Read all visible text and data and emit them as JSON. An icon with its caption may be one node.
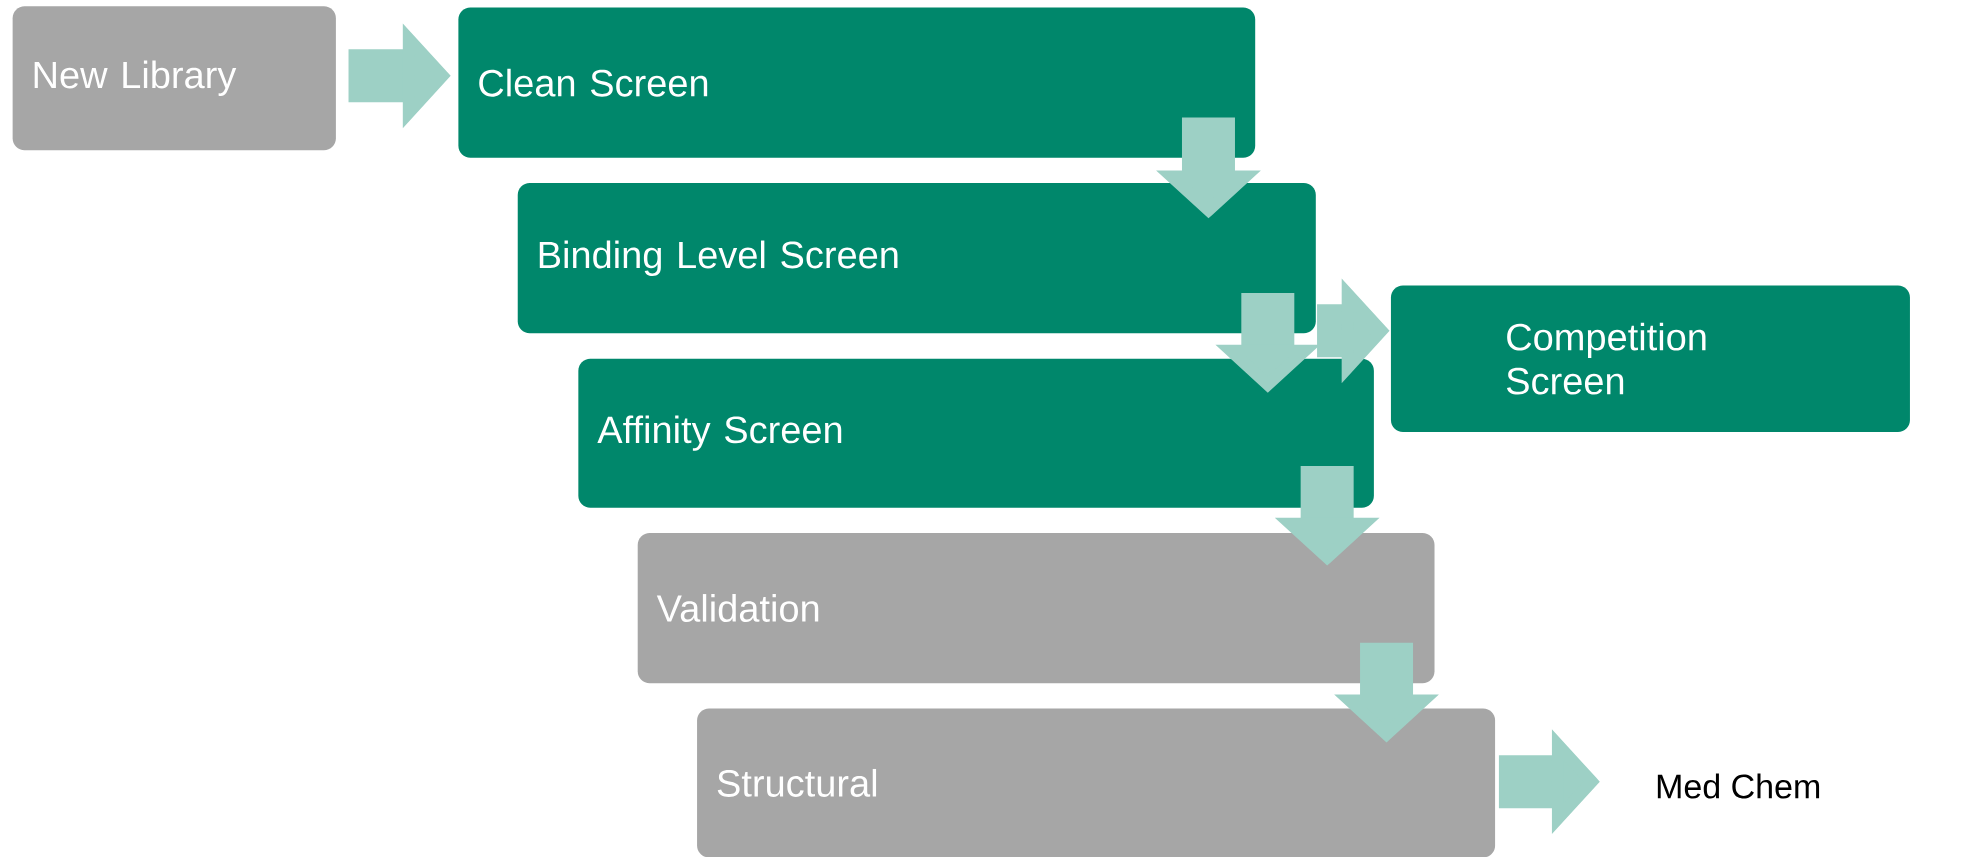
{
  "diagram": {
    "nodes": [
      {
        "text": [
          "New Library"
        ]
      },
      {
        "text": [
          "Clean Screen"
        ]
      },
      {
        "text": [
          "Binding Level Screen"
        ]
      },
      {
        "text": [
          "Affinity  Screen"
        ]
      },
      {
        "text": [
          "Competition Screen"
        ]
      },
      {
        "text": [
          "Validation"
        ]
      },
      {
        "text": [
          "Structural"
        ]
      },
      {
        "text": [
          "Med Chem"
        ]
      }
    ],
    "edges": [
      {
        "from": 0,
        "to": 1,
        "arrow": "to"
      },
      {
        "from": 1,
        "to": 2,
        "arrow": "to"
      },
      {
        "from": 2,
        "to": 3,
        "arrow": "to"
      },
      {
        "from": 2,
        "to": 4,
        "arrow": "to"
      },
      {
        "from": 3,
        "to": 5,
        "arrow": "to"
      },
      {
        "from": 5,
        "to": 6,
        "arrow": "to"
      },
      {
        "from": 6,
        "to": 7,
        "arrow": "to"
      }
    ]
  }
}
